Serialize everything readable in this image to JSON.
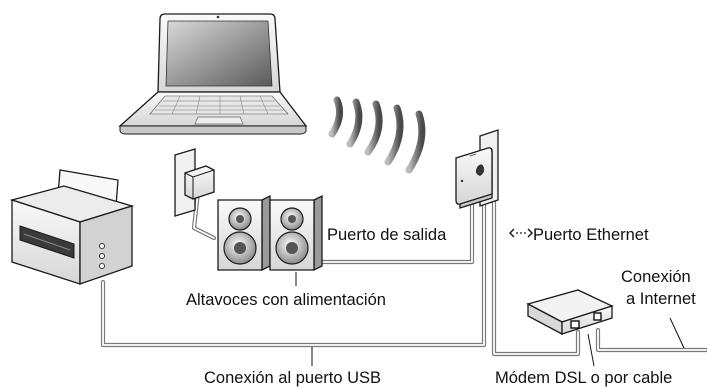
{
  "labels": {
    "output_port": "Puerto de salida",
    "ethernet_port": "Puerto Ethernet",
    "powered_speakers": "Altavoces con alimentación",
    "internet_line1": "Conexión",
    "internet_line2": "a Internet",
    "usb_connection": "Conexión al puerto USB",
    "modem": "Módem DSL o por cable"
  },
  "icons": {
    "laptop": "laptop-icon",
    "wifi": "wireless-waves-icon",
    "base_station": "airport-express-icon",
    "speakers": "speaker-icon",
    "printer": "printer-icon",
    "modem": "modem-icon",
    "power_adapter": "power-adapter-icon",
    "ethernet": "ethernet-symbol-icon"
  },
  "colors": {
    "outline": "#1a1a1a",
    "cable": "#7a7a7a",
    "device_fill": "#f4f4f4",
    "shade": "#c9c9c9"
  }
}
